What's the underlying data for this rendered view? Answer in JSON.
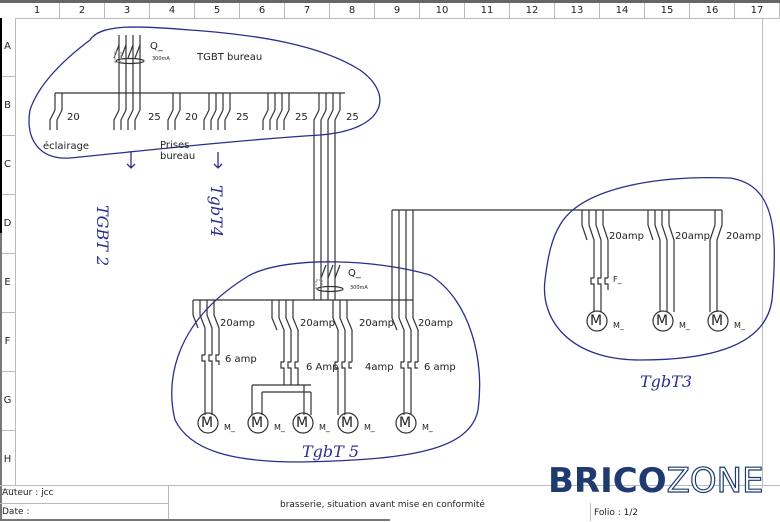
{
  "grid": {
    "columns": [
      "1",
      "2",
      "3",
      "4",
      "5",
      "6",
      "7",
      "8",
      "9",
      "10",
      "11",
      "12",
      "13",
      "14",
      "15",
      "16",
      "17"
    ],
    "rows": [
      "A",
      "B",
      "C",
      "D",
      "E",
      "F",
      "G",
      "H"
    ]
  },
  "tgbt_bureau": {
    "title": "TGBT bureau",
    "main_breaker": "Q_",
    "differential": "300mA",
    "breakers": [
      "20",
      "25",
      "20",
      "25",
      "25",
      "25"
    ],
    "labels": {
      "eclairage": "éclairage",
      "prises_1": "Prises",
      "prises_2": "bureau"
    }
  },
  "handwritten": {
    "tgbt2": "TGBT 2",
    "tgbt4": "TgbT4",
    "tgbt5": "TgbT 5",
    "tgbt3": "TgbT3"
  },
  "tgbt5": {
    "main_breaker": "Q_",
    "differential": "300mA",
    "breakers": [
      "20amp",
      "20amp",
      "20amp",
      "20amp"
    ],
    "thermals": [
      "6 amp",
      "6 Amp",
      "4amp",
      "6 amp"
    ],
    "motors": [
      {
        "symbol": "M",
        "label": "M_"
      },
      {
        "symbol": "M",
        "label": "M_"
      },
      {
        "symbol": "M",
        "label": "M_"
      },
      {
        "symbol": "M",
        "label": "M_"
      },
      {
        "symbol": "M",
        "label": "M_"
      }
    ]
  },
  "tgbt3": {
    "breakers": [
      "20amp",
      "20amp",
      "20amp"
    ],
    "thermal": "F_",
    "motors": [
      {
        "symbol": "M",
        "label": "M_"
      },
      {
        "symbol": "M",
        "label": "M_"
      },
      {
        "symbol": "M",
        "label": "M_"
      }
    ]
  },
  "cartouche": {
    "author": "Auteur : jcc",
    "date": "Date :",
    "title": "brasserie, situation avant mise en conformité",
    "folio": "Folio : 1/2"
  },
  "logo": {
    "part1": "BRICO",
    "part2": "ZONE"
  },
  "colors": {
    "ink": "#333333",
    "handwriting": "#2a2e8c",
    "logo": "#1f3a6e",
    "grid": "#bbbbbb"
  }
}
